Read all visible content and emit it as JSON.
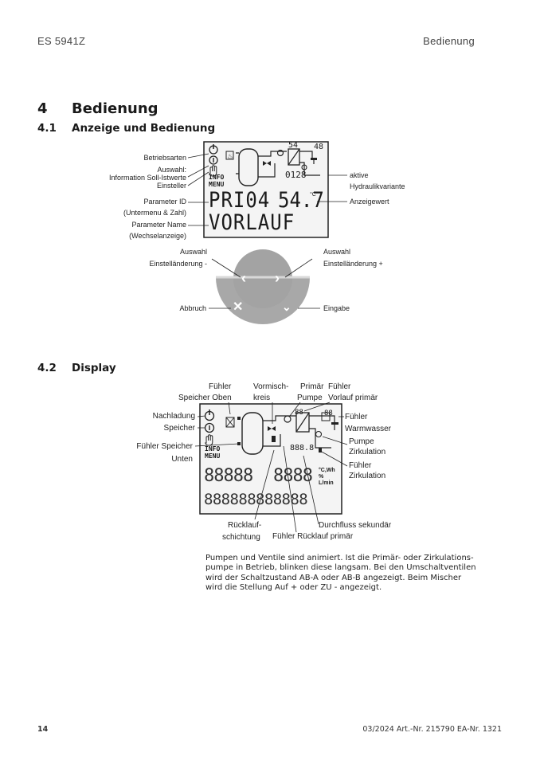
{
  "header": {
    "left": "ES 5941Z",
    "right": "Bedienung"
  },
  "chapter": {
    "number": "4",
    "title": "Bedienung"
  },
  "section1": {
    "number": "4.1",
    "title": "Anzeige und Bedienung"
  },
  "fig1": {
    "labels": {
      "betriebsarten": "Betriebsarten",
      "auswahl_line1": "Auswahl:",
      "auswahl_line2": "Information Soll-Istwerte",
      "einsteller": "Einsteller",
      "parameter_id": "Parameter ID",
      "parameter_id_sub": "(Untermenu & Zahl)",
      "parameter_name": "Parameter Name",
      "parameter_name_sub": "(Wechselanzeige)",
      "aktive_line1": "aktive",
      "aktive_line2": "Hydraulikvariante",
      "anzeigewert": "Anzeigewert",
      "auswahl_left_1": "Auswahl",
      "auswahl_left_2": "Einstelländerung -",
      "auswahl_right_1": "Auswahl",
      "auswahl_right_2": "Einstelländerung +",
      "abbruch": "Abbruch",
      "eingabe": "Eingabe"
    },
    "display": {
      "info": "INFO",
      "menu": "MENU",
      "param_id": "PRI04",
      "value": "54.7",
      "unit": "°C",
      "param_name": "VORLAUF",
      "temp_top": "54",
      "temp_right": "48",
      "variant": "0128"
    }
  },
  "section2": {
    "number": "4.2",
    "title": "Display"
  },
  "fig2": {
    "labels": {
      "fuehler_speicher_oben_1": "Fühler",
      "fuehler_speicher_oben_2": "Speicher Oben",
      "vormisch_1": "Vormisch-",
      "vormisch_2": "kreis",
      "primaer_pumpe_1": "Primär",
      "primaer_pumpe_2": "Pumpe",
      "fuehler_vorlauf_1": "Fühler",
      "fuehler_vorlauf_2": "Vorlauf primär",
      "nachladung": "Nachladung",
      "speicher": "Speicher",
      "fuehler_speicher_unten_1": "Fühler Speicher",
      "fuehler_speicher_unten_2": "Unten",
      "fuehler_warmwasser_1": "Fühler",
      "fuehler_warmwasser_2": "Warmwasser",
      "pumpe_zirk_1": "Pumpe",
      "pumpe_zirk_2": "Zirkulation",
      "fuehler_zirk_1": "Fühler",
      "fuehler_zirk_2": "Zirkulation",
      "ruecklauf_1": "Rücklauf-",
      "ruecklauf_2": "schichtung",
      "fuehler_ruecklauf": "Fühler Rücklauf primär",
      "durchfluss": "Durchfluss sekundär"
    },
    "display": {
      "info": "INFO",
      "menu": "MENU",
      "units": "°C,Wh",
      "units2": "%",
      "units3": "L/min",
      "big_left": "88888",
      "big_right": "8888",
      "bottom_row": "888888888888"
    }
  },
  "paragraph": "Pumpen und Ventile sind animiert. Ist die Primär- oder Zirkulations-pumpe in Betrieb, blinken diese langsam. Bei den Umschaltventilen wird der Schaltzustand AB-A oder AB-B angezeigt. Beim Mischer wird die Stellung Auf + oder ZU - angezeigt.",
  "footer": {
    "page": "14",
    "right": "03/2024  Art.-Nr. 215790  EA-Nr. 1321"
  }
}
